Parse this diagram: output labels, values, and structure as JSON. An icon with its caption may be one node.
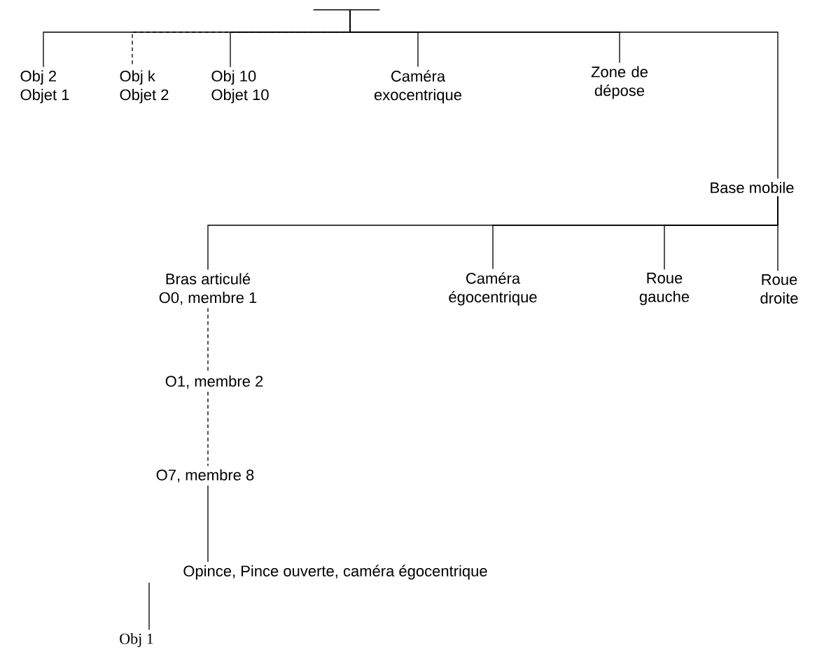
{
  "diagram": {
    "nodes": [
      {
        "text": [],
        "shape": "bar"
      },
      {
        "text": [
          "Obj 2",
          "Objet 1"
        ]
      },
      {
        "text": [
          "Obj k",
          "Objet 2"
        ]
      },
      {
        "text": [
          "Obj 10",
          "Objet 10"
        ]
      },
      {
        "text": [
          "Caméra exocentrique"
        ]
      },
      {
        "text": [
          "Zone de dépose"
        ]
      },
      {
        "text": [
          "Base mobile"
        ]
      },
      {
        "text": [
          "Bras articulé",
          "O0, membre 1"
        ]
      },
      {
        "text": [
          "Caméra égocentrique"
        ]
      },
      {
        "text": [
          "Roue gauche"
        ]
      },
      {
        "text": [
          "Roue droite"
        ]
      },
      {
        "text": [
          "O1, membre 2"
        ]
      },
      {
        "text": [
          "O7, membre 8"
        ]
      },
      {
        "text": [
          "Opince, Pince ouverte, caméra égocentrique"
        ]
      },
      {
        "text": [
          "Obj 1"
        ]
      }
    ],
    "edges": [
      {
        "from": 0,
        "to": 1,
        "arrow": "none"
      },
      {
        "from": 0,
        "to": 2,
        "arrow": "none",
        "style": "dashed"
      },
      {
        "from": 0,
        "to": 3,
        "arrow": "none"
      },
      {
        "from": 0,
        "to": 4,
        "arrow": "none"
      },
      {
        "from": 0,
        "to": 5,
        "arrow": "none"
      },
      {
        "from": 0,
        "to": 6,
        "arrow": "none"
      },
      {
        "from": 6,
        "to": 7,
        "arrow": "none"
      },
      {
        "from": 6,
        "to": 8,
        "arrow": "none"
      },
      {
        "from": 6,
        "to": 9,
        "arrow": "none"
      },
      {
        "from": 6,
        "to": 10,
        "arrow": "none"
      },
      {
        "from": 7,
        "to": 11,
        "arrow": "none",
        "style": "dashed"
      },
      {
        "from": 11,
        "to": 12,
        "arrow": "none",
        "style": "dashed"
      },
      {
        "from": 12,
        "to": 13,
        "arrow": "none"
      },
      {
        "from": 13,
        "to": 14,
        "arrow": "none"
      }
    ]
  }
}
